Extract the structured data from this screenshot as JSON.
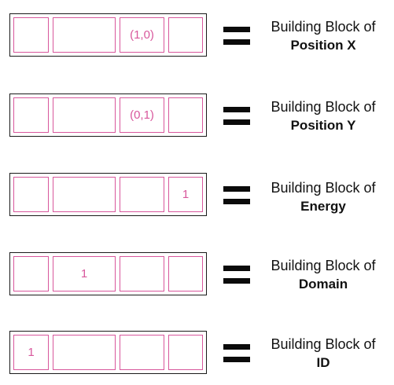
{
  "rows": [
    {
      "cells": [
        "",
        "",
        "(1,0)",
        ""
      ],
      "prefix": "Building Block of",
      "target": "Position X"
    },
    {
      "cells": [
        "",
        "",
        "(0,1)",
        ""
      ],
      "prefix": "Building Block of",
      "target": "Position Y"
    },
    {
      "cells": [
        "",
        "",
        "",
        "1"
      ],
      "prefix": "Building Block of",
      "target": "Energy"
    },
    {
      "cells": [
        "",
        "1",
        "",
        ""
      ],
      "prefix": "Building Block of",
      "target": "Domain"
    },
    {
      "cells": [
        "1",
        "",
        "",
        ""
      ],
      "prefix": "Building Block of",
      "target": "ID"
    }
  ],
  "colors": {
    "cell_border": "#d8579c",
    "cell_text": "#d8579c",
    "outer_border": "#1a1a1a",
    "equals": "#0b0b0b",
    "label_text": "#111111"
  }
}
